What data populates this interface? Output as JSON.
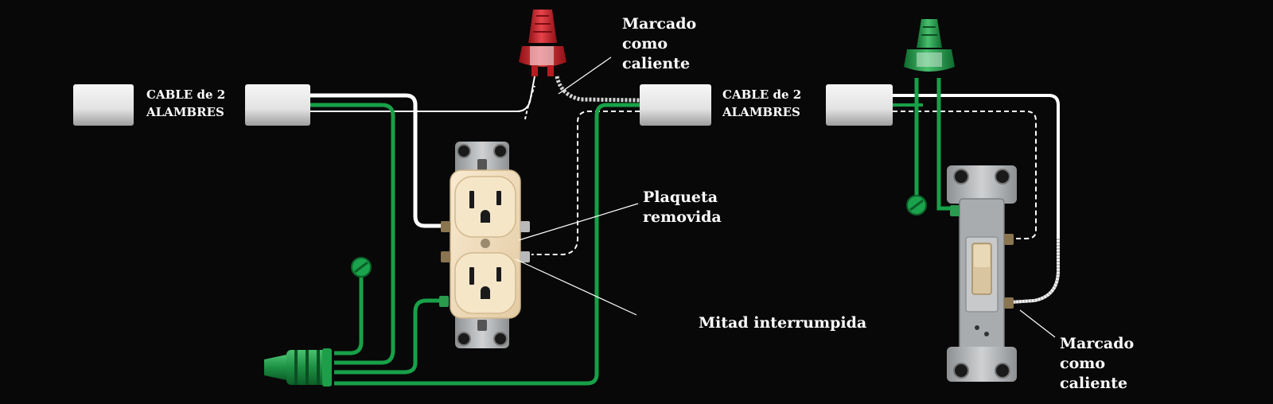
{
  "labels": {
    "cable_left": [
      "CABLE de 2",
      "ALAMBRES"
    ],
    "cable_right": [
      "CABLE de 2",
      "ALAMBRES"
    ],
    "hot_top": [
      "Marcado",
      "como",
      "caliente"
    ],
    "tab_removed": [
      "Plaqueta",
      "removida"
    ],
    "split_half": "Mitad interrumpida",
    "hot_switch": [
      "Marcado",
      "como",
      "caliente"
    ]
  },
  "colors": {
    "background": "#080808",
    "ground_wire": "#17a148",
    "neutral_wire": "#ffffff",
    "red_wire_nut": "#d8262a",
    "green_wire_nut": "#1f9e4a",
    "receptacle_ivory": "#f1dfc1",
    "metal_strap": "#b4b6b8",
    "switch_toggle": "#d9c59f"
  },
  "icons": [
    "red-wire-nut-icon",
    "green-wire-nut-icon",
    "grounding-screw-icon",
    "duplex-receptacle-icon",
    "single-pole-switch-icon"
  ]
}
